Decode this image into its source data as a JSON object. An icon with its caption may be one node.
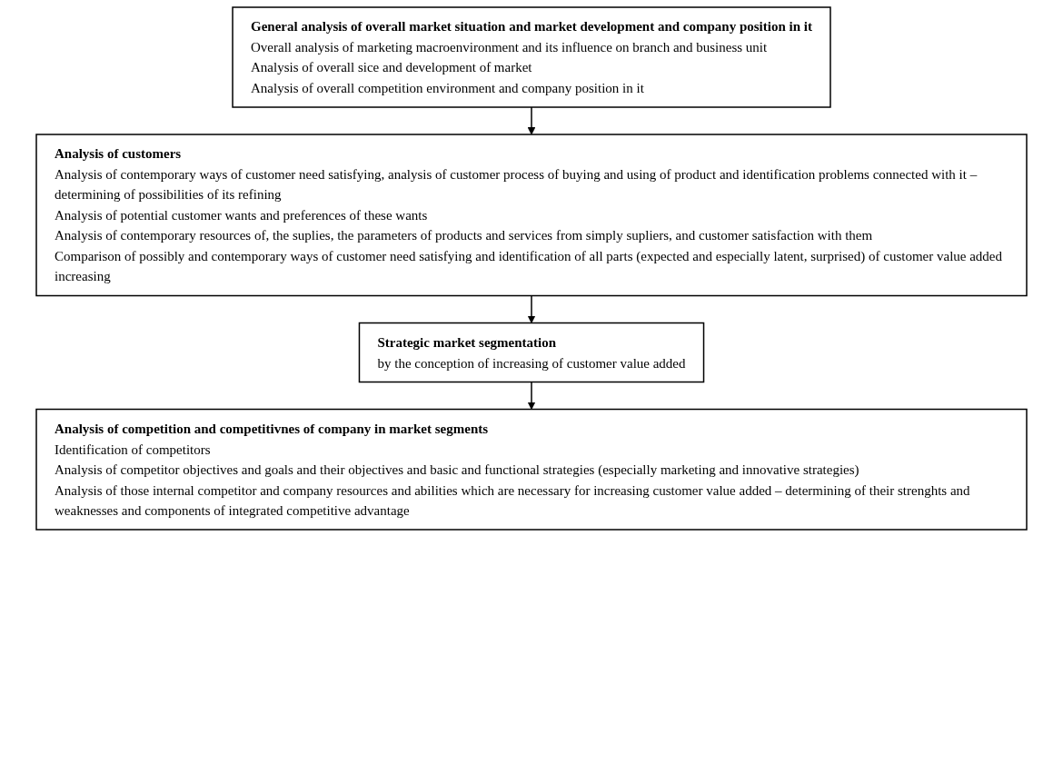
{
  "diagram": {
    "nodes": [
      {
        "text": [
          "General analysis of overall market situation and market development and company position in it",
          "Overall analysis of marketing macroenvironment and its influence on branch and business unit",
          "Analysis of overall sice and development of market",
          "Analysis of overall competition environment and company position in it"
        ]
      },
      {
        "text": [
          "Analysis of customers",
          "Analysis of contemporary ways of customer need satisfying, analysis of customer process of buying and using of product and identification problems connected with it – determining of possibilities of its refining",
          "Analysis of potential customer wants and preferences of these wants",
          "Analysis of contemporary resources of, the suplies, the parameters of products and services from simply supliers, and customer satisfaction with them",
          "Comparison of possibly and contemporary ways of customer need satisfying and identification of all parts (expected and especially latent, surprised) of customer value added increasing"
        ]
      },
      {
        "text": [
          "Strategic market segmentation",
          "by the conception of increasing of customer value added"
        ]
      },
      {
        "text": [
          "Analysis of competition and competitivnes of company in market segments",
          "Identification of competitors",
          "Analysis of competitor objectives and goals and their objectives and basic and functional strategies (especially marketing and innovative strategies)",
          "Analysis of those internal competitor and company resources and abilities which are necessary for increasing customer value added – determining of their strenghts and weaknesses and components of integrated competitive advantage"
        ]
      }
    ],
    "edges": [
      {
        "from": 0,
        "to": 1,
        "arrow": "to"
      },
      {
        "from": 1,
        "to": 2,
        "arrow": "to"
      },
      {
        "from": 2,
        "to": 3,
        "arrow": "to"
      }
    ]
  }
}
